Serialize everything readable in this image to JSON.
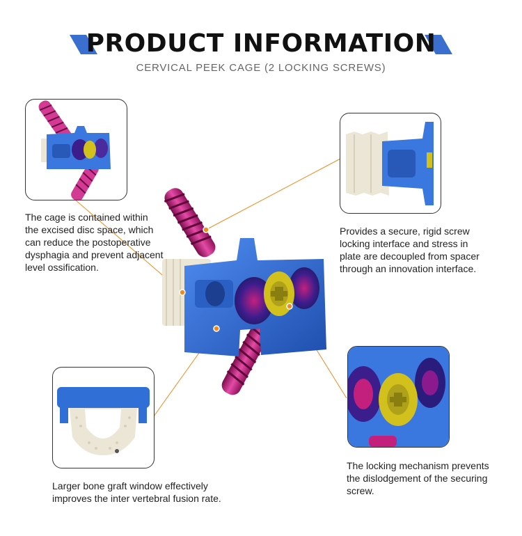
{
  "header": {
    "title": "PRODUCT INFORMATION",
    "subtitle": "CERVICAL PEEK CAGE (2 LOCKING SCREWS)"
  },
  "colors": {
    "accent_blue": "#3a6fd0",
    "leader_orange": "#f08a1c",
    "screw_magenta": "#c3207e",
    "cage_blue": "#2f6fd6",
    "peek_ivory": "#ece6d6"
  },
  "features": [
    {
      "id": "contained",
      "text_lines": [
        "The cage is contained within",
        "the excised disc space, which",
        "can reduce the postoperative",
        "dysphagia and prevent adjacent",
        "level ossification."
      ]
    },
    {
      "id": "locking-interface",
      "text_lines": [
        "Provides a secure, rigid screw",
        "locking interface and stress in",
        "plate are decoupled from spacer",
        "through an innovation interface."
      ]
    },
    {
      "id": "graft-window",
      "text_lines": [
        "Larger bone graft window effectively",
        "improves the inter vertebral fusion rate."
      ]
    },
    {
      "id": "locking-mechanism",
      "text_lines": [
        "The locking mechanism prevents",
        "the dislodgement of the securing",
        "screw."
      ]
    }
  ]
}
